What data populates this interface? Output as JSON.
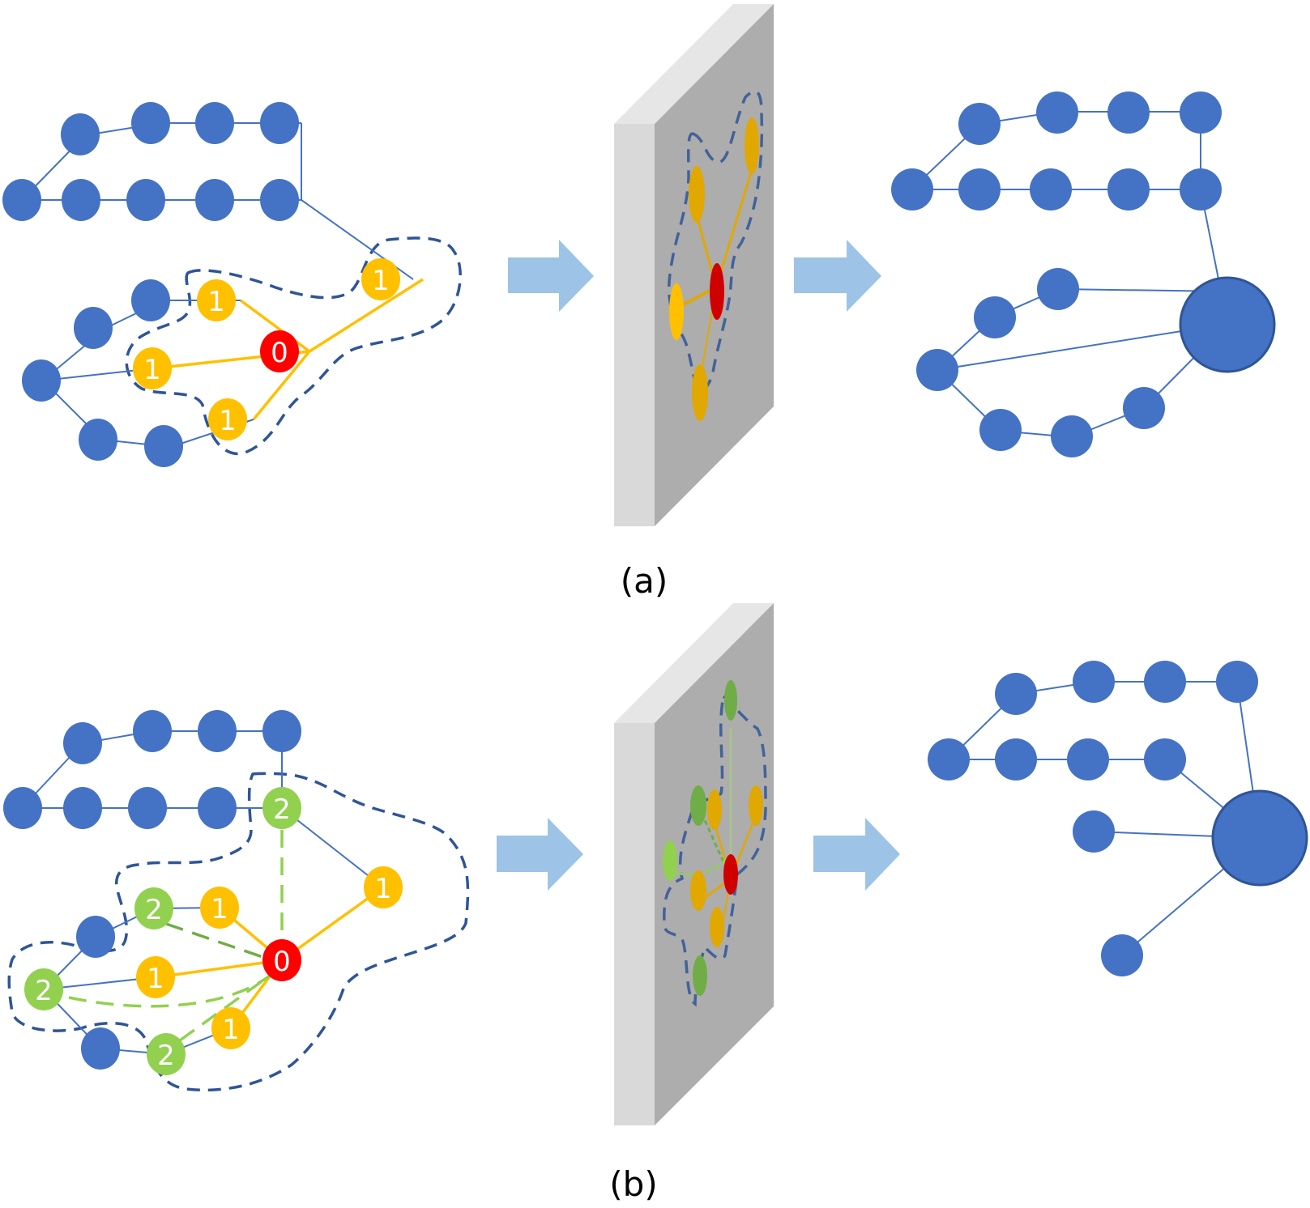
{
  "figure": {
    "colors": {
      "node_blue": "#4472C4",
      "node_center": "#FF0000",
      "node_hop1": "#FFC000",
      "node_hop2": "#92D050",
      "hull_outline": "#2F5597",
      "arrow": "#9DC3E6",
      "panel_front": "#ADADAD",
      "panel_side": "#D9D9D9",
      "panel_top": "#E6E6E6"
    },
    "panels": [
      {
        "id": "a",
        "caption": "(a)",
        "input_graph": {
          "center_label": "0",
          "hop1_labels": [
            "1",
            "1",
            "1",
            "1"
          ],
          "hop2_labels": []
        },
        "step_arrows": 2,
        "output_graph": {
          "pooled_node": "supernode",
          "remaining_nodes": 16
        }
      },
      {
        "id": "b",
        "caption": "(b)",
        "input_graph": {
          "center_label": "0",
          "hop1_labels": [
            "1",
            "1",
            "1",
            "1"
          ],
          "hop2_labels": [
            "2",
            "2",
            "2",
            "2"
          ]
        },
        "step_arrows": 2,
        "output_graph": {
          "pooled_node": "supernode",
          "remaining_nodes": 11
        }
      }
    ]
  }
}
